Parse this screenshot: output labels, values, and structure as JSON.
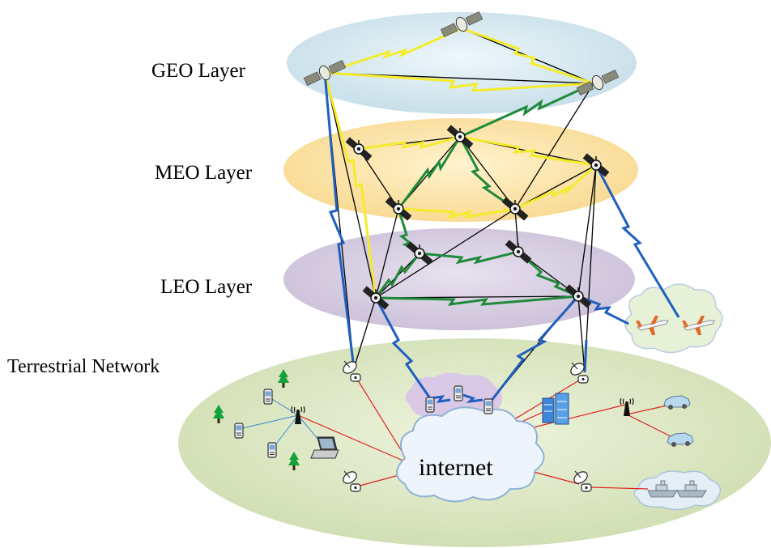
{
  "labels": {
    "geo": "GEO Layer",
    "meo": "MEO Layer",
    "leo": "LEO Layer",
    "terrestrial": "Terrestrial Network",
    "internet": "internet"
  },
  "colors": {
    "geo_layer": "#d6e8f0",
    "meo_layer": "#fbe3a6",
    "leo_layer": "#d6cce0",
    "ground_layer": "#dce8c4",
    "yellow_link": "#f4ec2a",
    "green_link": "#1f8a3a",
    "blue_link": "#1f5fbf",
    "red_link": "#e02020",
    "black_link": "#000000"
  },
  "icons": [
    "satellite-icon",
    "cloud-icon",
    "airplane-icon",
    "ship-icon",
    "car-icon",
    "tree-icon",
    "phone-icon",
    "laptop-icon",
    "cell-tower-icon",
    "ground-station-icon",
    "server-icon"
  ]
}
